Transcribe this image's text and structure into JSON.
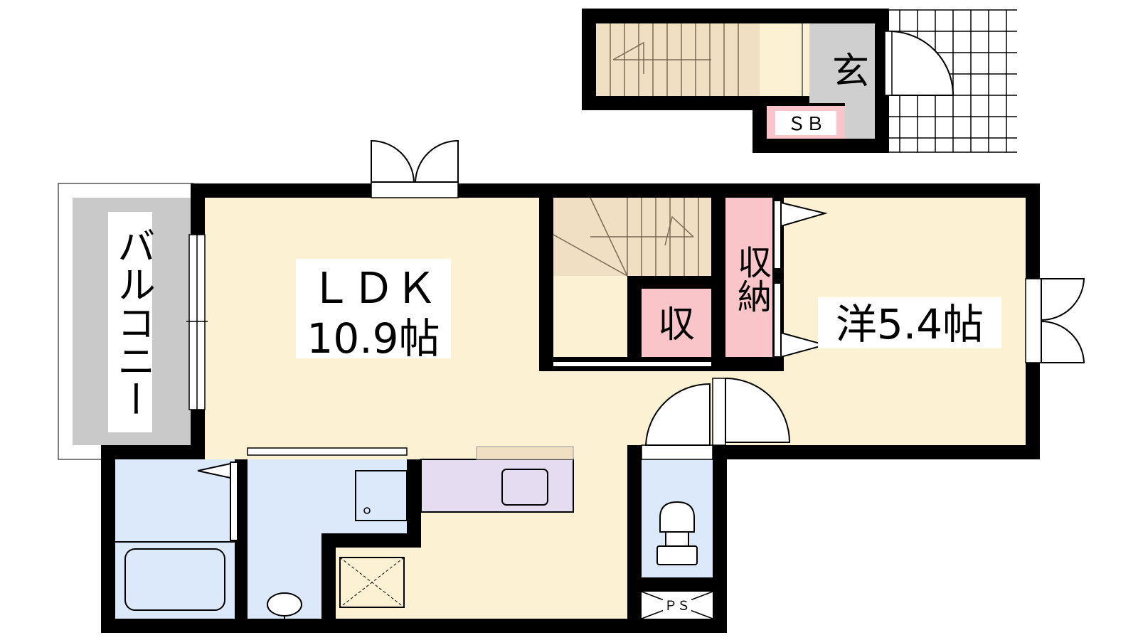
{
  "rooms": {
    "ldk": {
      "name": "ＬＤＫ",
      "size": "10.9帖"
    },
    "western": {
      "label": "洋5.4帖"
    },
    "balcony": {
      "label": "バルコニー"
    },
    "entrance": {
      "label": "玄"
    },
    "shoe_box": {
      "label": "ＳＢ"
    },
    "storage_small": {
      "label": "収"
    },
    "storage_closet": {
      "label": "収納"
    },
    "pipe_space": {
      "label": "ＰＳ"
    }
  },
  "colors": {
    "floor": "#fdf1d4",
    "stairs": "#f0dfc3",
    "wet_area": "#dbe9fb",
    "storage": "#f9c5c8",
    "entrance_tile": "#cfcfcf",
    "balcony": "#c9c9c9",
    "kitchen": "#e6dcf2",
    "wall": "#000000"
  },
  "icons": [
    "stair-icon",
    "door-swing-icon",
    "bathtub-icon",
    "toilet-icon",
    "sink-icon",
    "washer-pan-icon",
    "stove-icon"
  ]
}
